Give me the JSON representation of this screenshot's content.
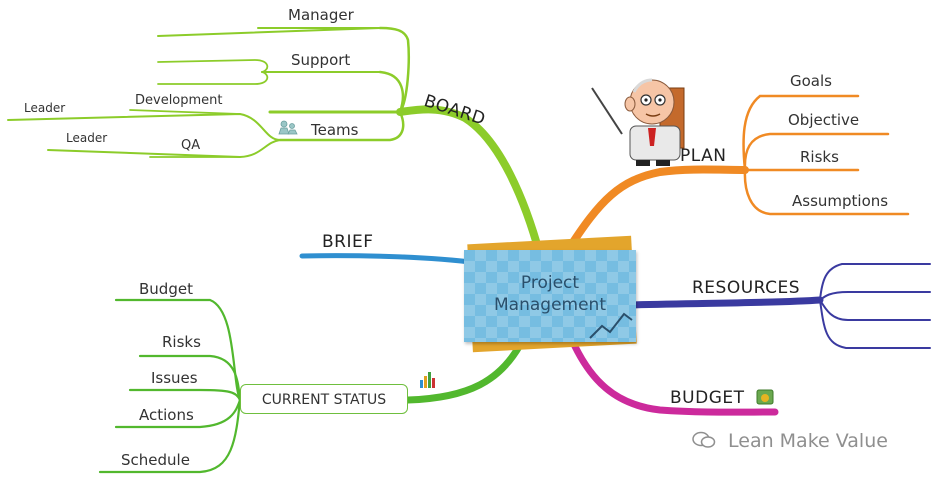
{
  "center": {
    "line1": "Project",
    "line2": "Management"
  },
  "branches": {
    "board": {
      "label": "BOARD",
      "items": [
        "Manager",
        "Support",
        "Development",
        "Teams",
        "QA"
      ],
      "leaders": [
        "Leader",
        "Leader"
      ]
    },
    "plan": {
      "label": "PLAN",
      "items": [
        "Goals",
        "Objective",
        "Risks",
        "Assumptions"
      ]
    },
    "brief": {
      "label": "BRIEF"
    },
    "resources": {
      "label": "RESOURCES"
    },
    "budget": {
      "label": "BUDGET"
    },
    "current_status": {
      "label": "CURRENT STATUS",
      "items": [
        "Budget",
        "Risks",
        "Issues",
        "Actions",
        "Schedule"
      ]
    }
  },
  "watermark": "Lean Make Value",
  "colors": {
    "board": "#8ccc2a",
    "plan": "#f08a24",
    "brief": "#2f8fd0",
    "resources": "#3a3aa0",
    "budget": "#cc2a9c",
    "status": "#52b82e"
  },
  "icons": [
    "presenter-cartoon-icon",
    "teams-icon",
    "bar-chart-icon",
    "money-icon",
    "wechat-icon"
  ]
}
